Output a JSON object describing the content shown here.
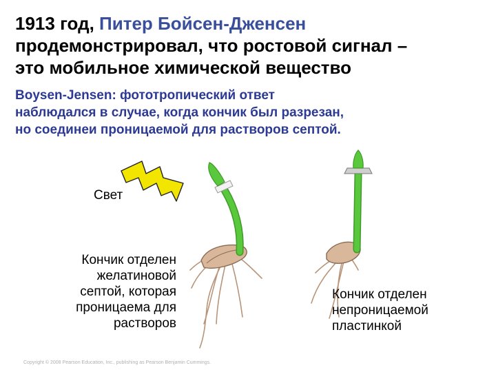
{
  "heading": {
    "year": "1913 год, ",
    "name": "Питер Бойсен-Дженсен",
    "line2": "продемонстрировал, что ростовой  сигнал –",
    "line3": "это мобильное химической вещество"
  },
  "subtitle": {
    "line1": "Boysen-Jensen: фототропический ответ",
    "line2": "наблюдался в случае, когда кончик был разрезан,",
    "line3": "но соединеи проницаемой для растворов септой."
  },
  "labels": {
    "light": "Свет",
    "gelatin": [
      "Кончик отделен",
      "желатиновой",
      "септой, которая",
      "проницаема для",
      "растворов"
    ],
    "plate": [
      "Кончик отделен",
      "непроницаемой",
      "пластинкой"
    ]
  },
  "copyright": "Copyright © 2008 Pearson Education, Inc., publishing as Pearson Benjamin Cummings.",
  "colors": {
    "heading_name": "#3a4f9c",
    "subtitle": "#2c3a93",
    "light_bolt": "#f2e500",
    "shoot": "#59c83c",
    "root": "#c9a88a"
  }
}
